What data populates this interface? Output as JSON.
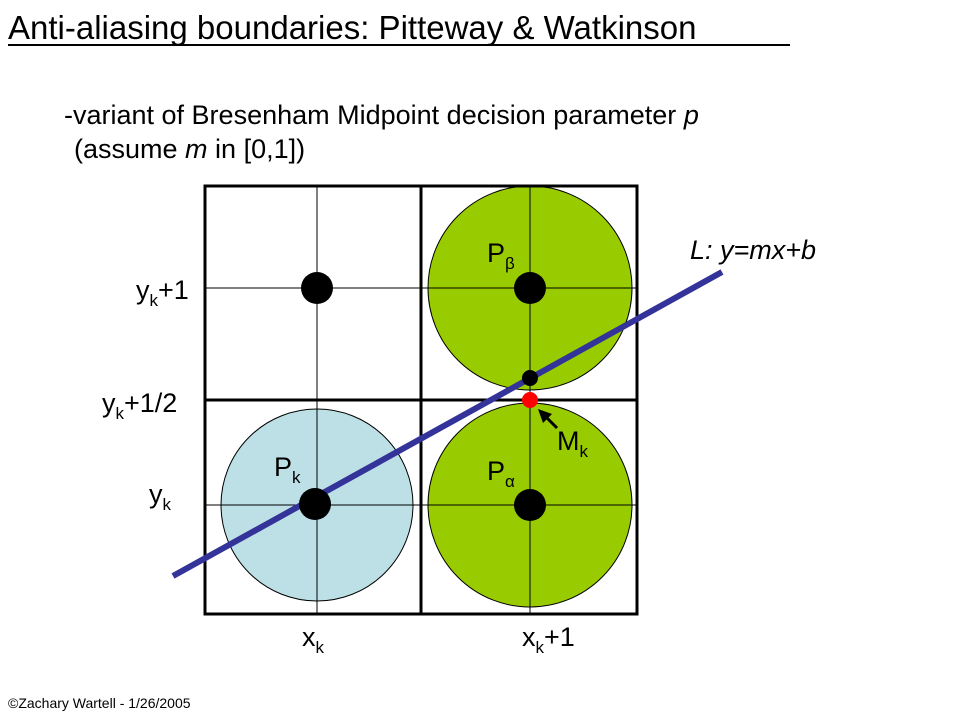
{
  "header": {
    "title": "Anti-aliasing boundaries: Pitteway & Watkinson",
    "subtitle_prefix": "-variant of Bresenham Midpoint decision parameter ",
    "subtitle_param": "p",
    "subtitle_line2_prefix": "(assume ",
    "subtitle_line2_var": "m",
    "subtitle_line2_suffix": " in [0,1])"
  },
  "diagram": {
    "line_label": "L: y=mx+b",
    "labels": {
      "y_k_plus_1": {
        "base": "y",
        "sub": "k",
        "tail": "+1"
      },
      "y_k_plus_half": {
        "base": "y",
        "sub": "k",
        "tail": "+1/2"
      },
      "y_k": {
        "base": "y",
        "sub": "k",
        "tail": ""
      },
      "x_k": {
        "base": "x",
        "sub": "k",
        "tail": ""
      },
      "x_k_plus_1": {
        "base": "x",
        "sub": "k",
        "tail": "+1"
      },
      "p_k": {
        "base": "P",
        "sub": "k"
      },
      "p_beta": {
        "base": "P",
        "sub": "β"
      },
      "p_alpha": {
        "base": "P",
        "sub": "α"
      },
      "m_k": {
        "base": "M",
        "sub": "k"
      }
    },
    "colors": {
      "line": "#333399",
      "green_disc": "#99cc00",
      "blue_disc": "#bde0e6",
      "midpoint": "#ff0000",
      "pixel_center": "#000000"
    }
  },
  "footer": {
    "copyright": "©Zachary Wartell - 1/26/2005"
  }
}
